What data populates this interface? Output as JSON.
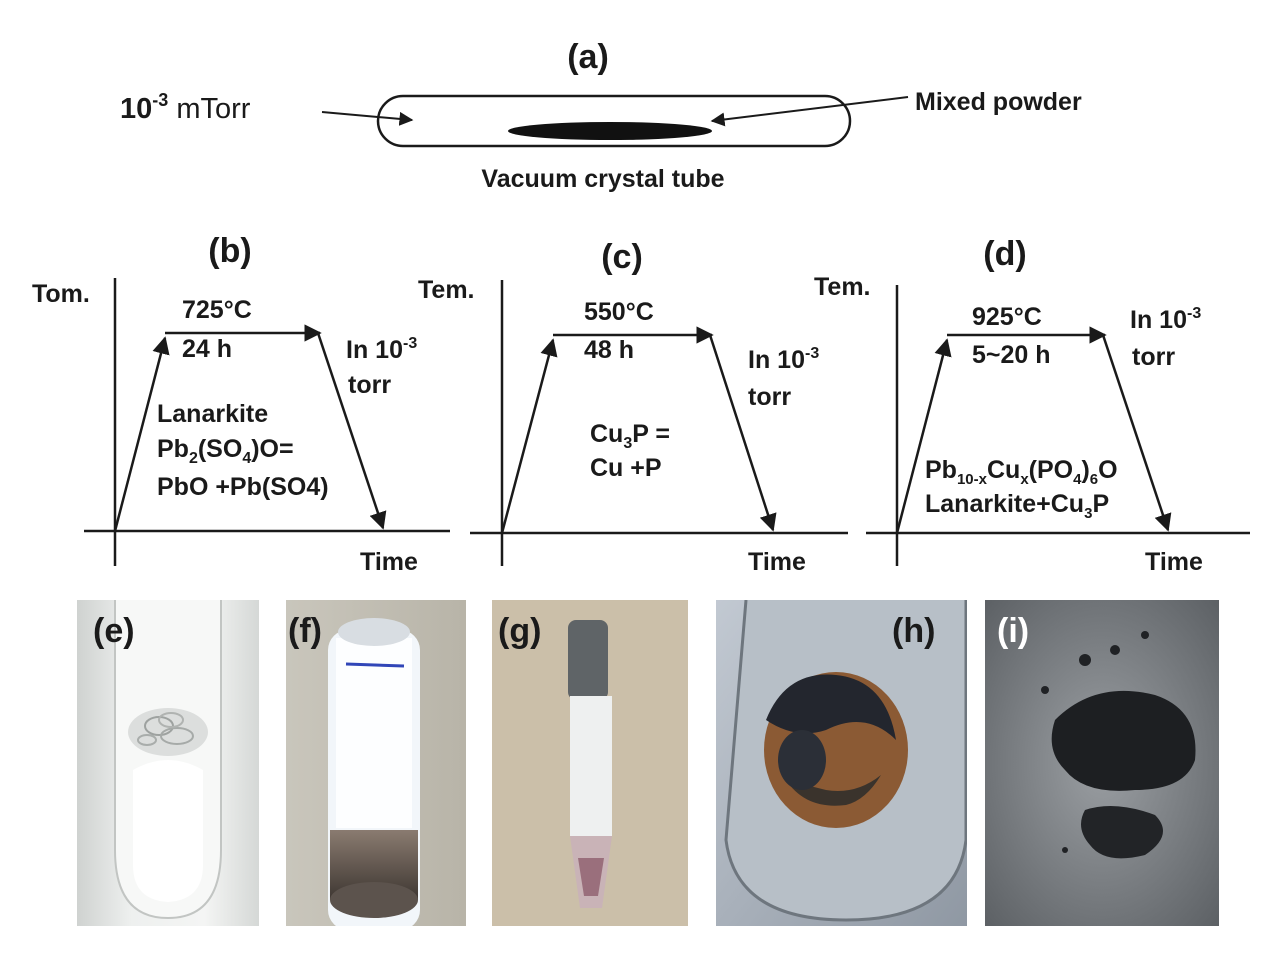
{
  "panel_a": {
    "label": "(a)",
    "pressure_base": "10",
    "pressure_exp": "-3",
    "pressure_unit": " mTorr",
    "right_label": "Mixed powder",
    "bottom_label": "Vacuum crystal tube"
  },
  "panel_b": {
    "label": "(b)",
    "y_axis": "Tom.",
    "x_axis": "Time",
    "temp": "725°C",
    "duration": "24 h",
    "vac_line1_base": "In 10",
    "vac_line1_exp": "-3",
    "vac_line2": "torr",
    "reaction_line1": "Lanarkite",
    "reaction_line2_a": "Pb",
    "reaction_line2_b": "2",
    "reaction_line2_c": "(SO",
    "reaction_line2_d": "4",
    "reaction_line2_e": ")O=",
    "reaction_line3": "PbO +Pb(SO4)"
  },
  "panel_c": {
    "label": "(c)",
    "y_axis": "Tem.",
    "x_axis": "Time",
    "temp": "550°C",
    "duration": "48 h",
    "vac_line1_base": "In 10",
    "vac_line1_exp": "-3",
    "vac_line2": "torr",
    "reaction_line1_a": "Cu",
    "reaction_line1_b": "3",
    "reaction_line1_c": "P =",
    "reaction_line2": "Cu +P"
  },
  "panel_d": {
    "label": "(d)",
    "y_axis": "Tem.",
    "x_axis": "Time",
    "temp": "925°C",
    "duration": "5~20 h",
    "vac_line1_base": "In 10",
    "vac_line1_exp": "-3",
    "vac_line2": "torr",
    "formula_a": "Pb",
    "formula_b": "10-x",
    "formula_c": "Cu",
    "formula_d": "x",
    "formula_e": "(PO",
    "formula_f": "4",
    "formula_g": ")",
    "formula_h": "6",
    "formula_i": "O",
    "mix_a": "Lanarkite+Cu",
    "mix_b": "3",
    "mix_c": "P"
  },
  "photos": [
    {
      "label": "(e)"
    },
    {
      "label": "(f)"
    },
    {
      "label": "(g)"
    },
    {
      "label": "(h)"
    },
    {
      "label": "(i)"
    }
  ]
}
